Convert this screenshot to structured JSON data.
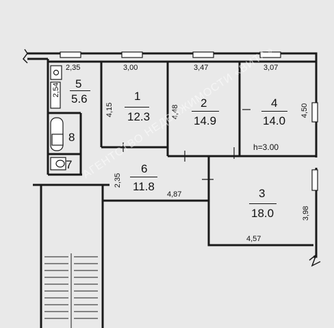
{
  "rooms": [
    {
      "number": "1",
      "area": "12.3"
    },
    {
      "number": "2",
      "area": "14.9"
    },
    {
      "number": "3",
      "area": "18.0"
    },
    {
      "number": "4",
      "area": "14.0"
    },
    {
      "number": "5",
      "area": "5.6"
    },
    {
      "number": "6",
      "area": "11.8"
    },
    {
      "number": "7",
      "area": ""
    },
    {
      "number": "8",
      "area": ""
    }
  ],
  "dimensions": {
    "d_235_top": "2,35",
    "d_300": "3,00",
    "d_347": "3,47",
    "d_307": "3,07",
    "d_254": "2,54",
    "d_415": "4,15",
    "d_448": "4,48",
    "d_450": "4,50",
    "ceiling": "h=3.00",
    "d_235_corr": "2,35",
    "d_487": "4,87",
    "d_398": "3,98",
    "d_457": "4,57"
  },
  "watermark": "АГЕНТСТВО НЕДВИЖИМОСТИ «ВИТА»"
}
